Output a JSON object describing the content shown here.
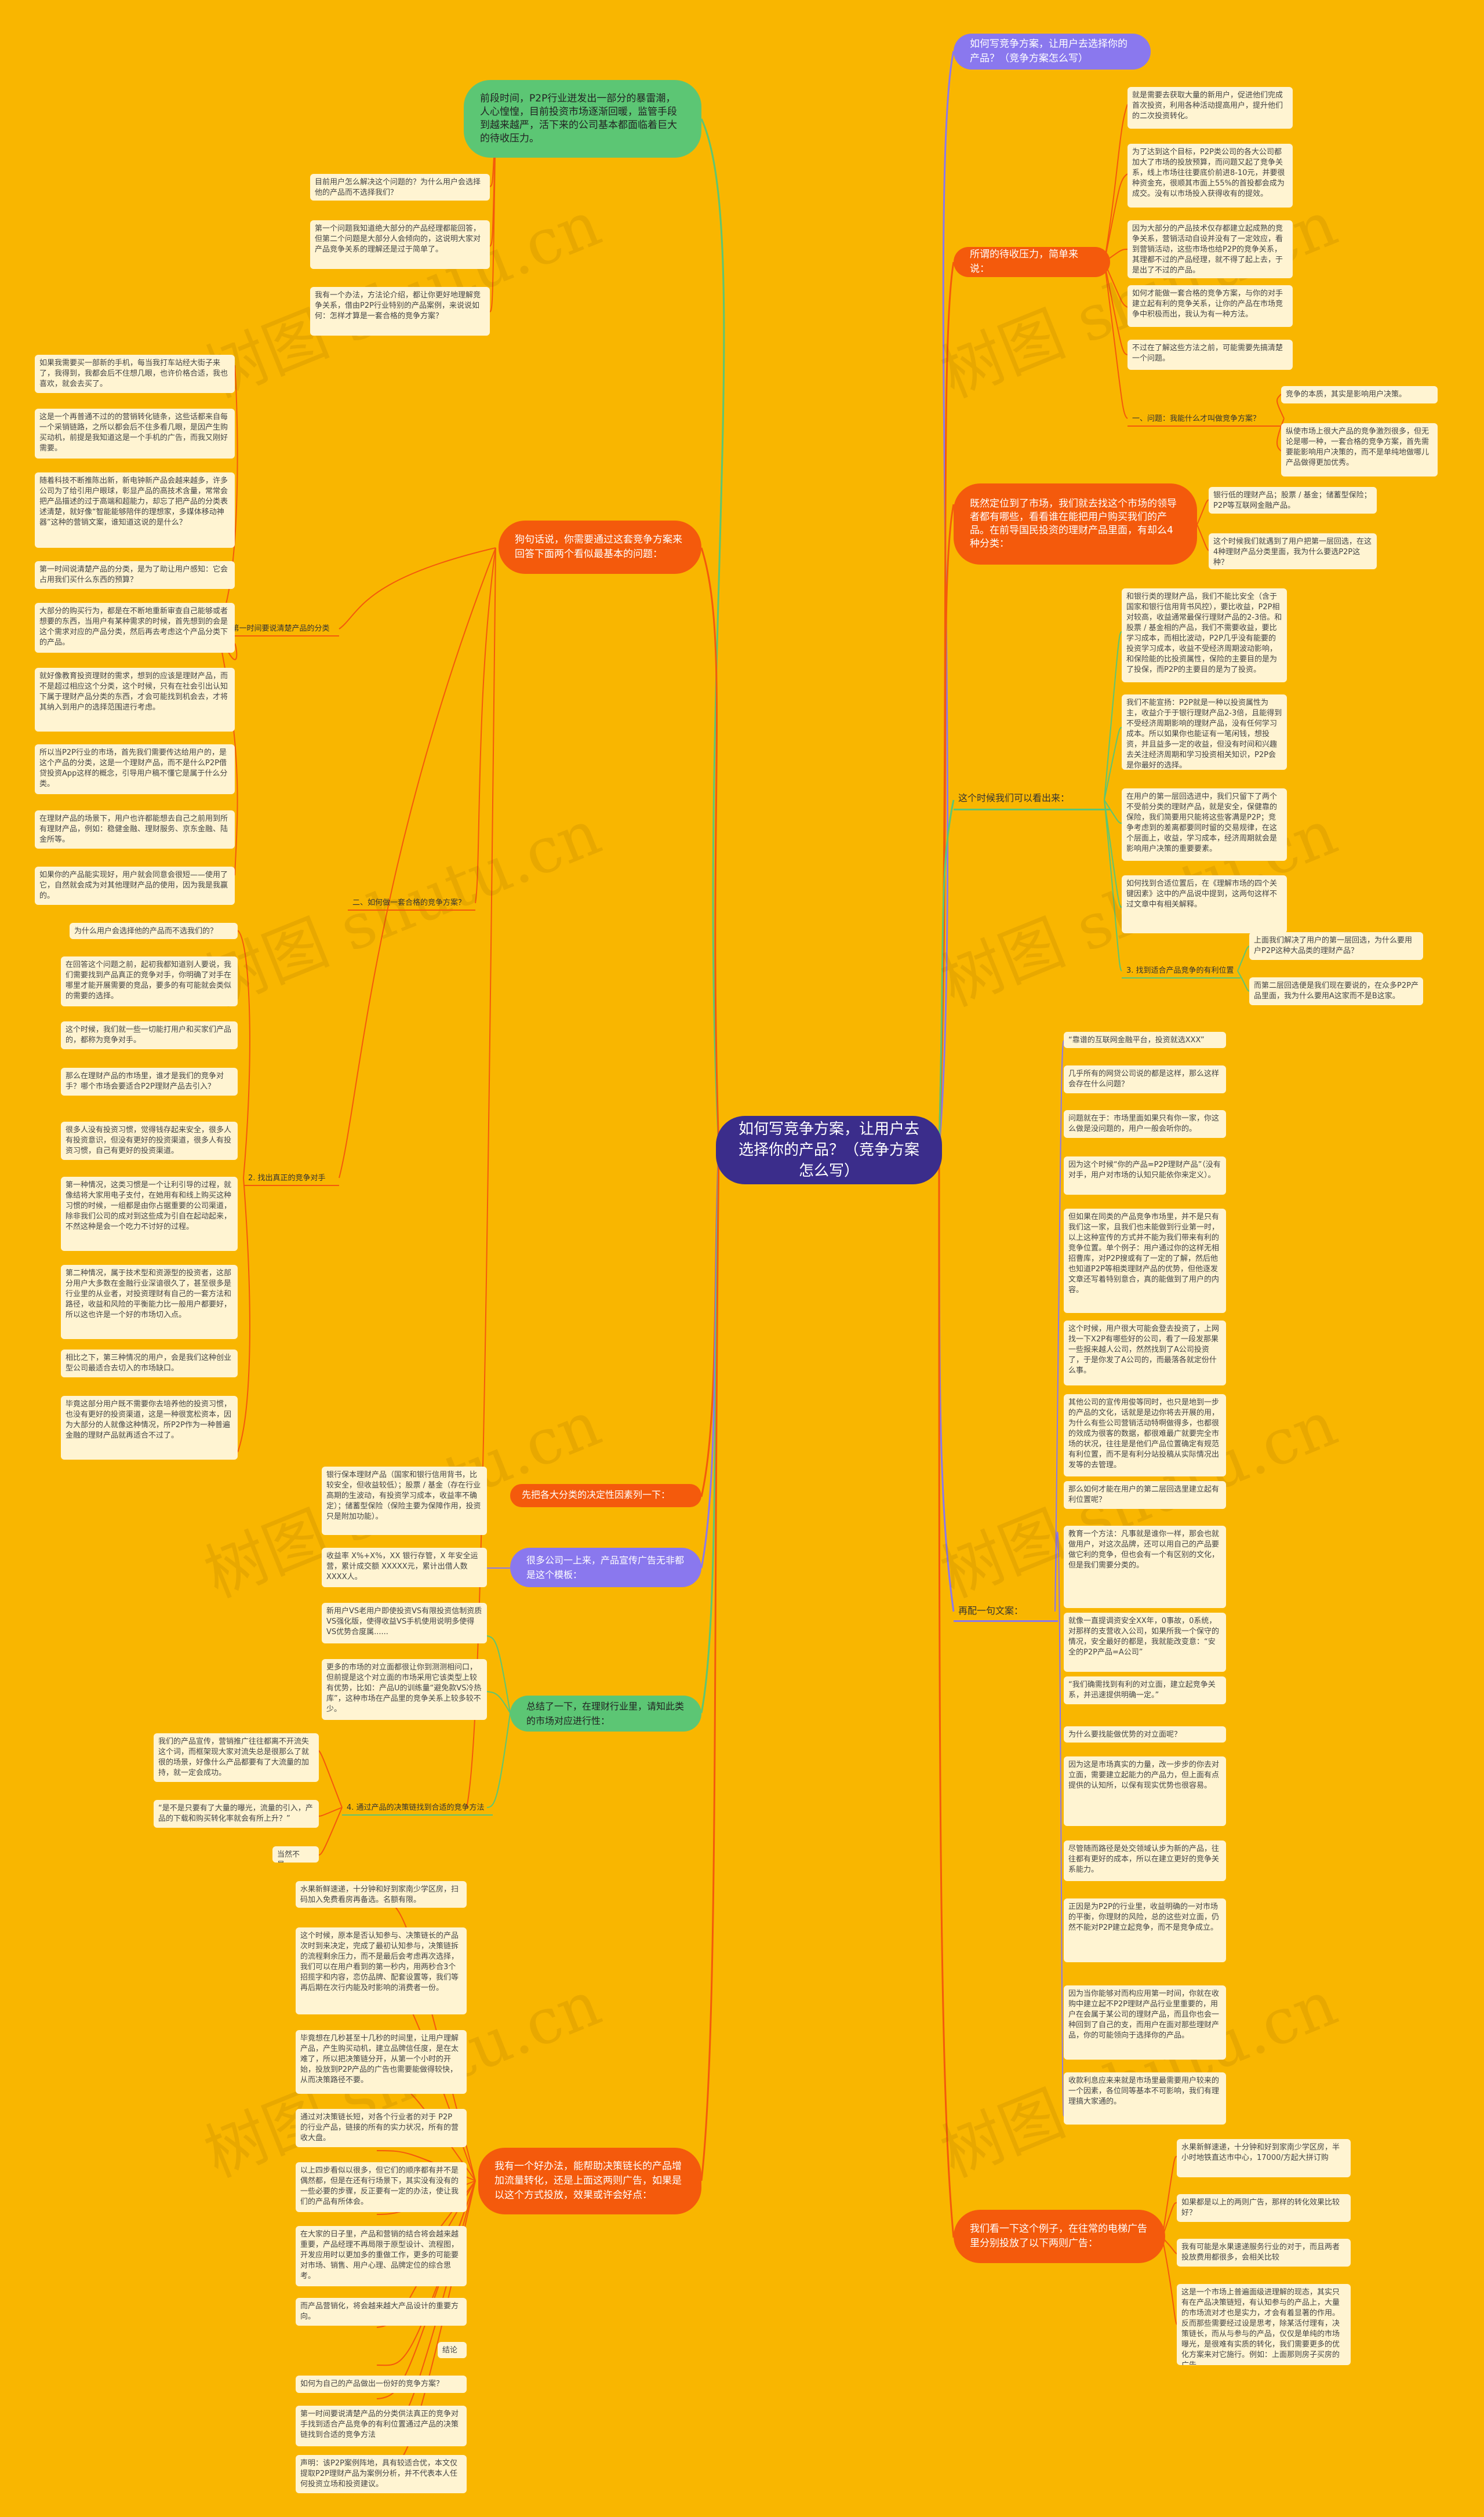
{
  "title": "如何写竞争方案，让用户去选择你的产品？（竞争方案怎么写）",
  "watermark": "树图 shutu.cn",
  "colors": {
    "background": "#f9b600",
    "center": "#3b2d8b",
    "purple": "#8a78ee",
    "orange": "#f45a0c",
    "green": "#5cc674",
    "leaf": "#fff4d2"
  },
  "left": {
    "b1": "前段时间，P2P行业迸发出一部分的暴雷潮，人心惶惶，目前投资市场逐渐回暖，监管手段到越来越严，活下来的公司基本都面临着巨大的待收压力。",
    "b1_leaves": [
      "目前用户怎么解决这个问题的？为什么用户会选择他的产品而不选择我们？",
      "第一个问题我知道绝大部分的产品经理都能回答，但第二个问题是大部分人会倾向的，这说明大家对产品竞争关系的理解还是过于简单了。",
      "我有一个办法，方法论介绍，都让你更好地理解竞争关系，借由P2P行业特别的产品案例，来说说如何：怎样才算是一套合格的竞争方案？"
    ],
    "b2": "狗句话说，你需要通过这套竞争方案来回答下面两个看似最基本的问题：",
    "b2_s1": "1. 第一时间要说清楚产品的分类",
    "b2_s1_leaves": [
      "如果我需要买一部新的手机，每当我打车站经大街子来了，我得到，我都会后不住想几眼，也许价格合适，我也喜欢，就会去买了。",
      "这是一个再普通不过的的营销转化链条，这些话都来自每一个采销链路，之所以都会后不住多看几眼，是因产生购买动机，前提是我知道这是一个手机的广告，而我又刚好需要。",
      "随着科技不断推陈出新，新电钟新产品会越来越多，许多公司为了给引用户眼球，彰显产品的高技术含量，常常会把产品描述的过于高端和超能力，却忘了把产品的分类表述清楚，就好像“智能能够陪伴的理想家，多媒体移动神器”这种的营销文案，谁知道这说的是什么？",
      "第一时间说清楚产品的分类，是为了助让用户感知：它会占用我们买什么东西的预算？",
      "大部分的购买行为，都是在不断地重新审查自己能够或者想要的东西，当用户有某种需求的时候，首先想到的会是这个需求对应的产品分类，然后再去考虑这个产品分类下的产品。",
      "就好像教育投资理财的需求，想到的应该是理财产品，而不是超过相应这个分类，这个时候，只有在社会引出认知下属于理财产品分类的东西，才会可能找到机会去，才将其纳入到用户的选择范围进行考虑。",
      "所以当P2P行业的市场，首先我们需要传达给用户的，是这个产品的分类，这是一个理财产品，而不是什么P2P借贷投资App这样的概念，引导用户稿不懂它是属于什么分类。",
      "在理财产品的场景下，用户也许都能想去自己之前用到所有理财产品，例如：稳健金融、理财服务、京东金融、陆金所等。",
      "如果你的产品能实现好，用户就会同意会很短——使用了它，自然就会成为对其他理财产品的使用，因为我是我赢的。"
    ],
    "b2_s2": "二、如何做一套合格的竞争方案？",
    "b2_s3": "2. 找出真正的竞争对手",
    "b2_s3_leaves": [
      "为什么用户会选择他的产品而不选我们的？",
      "在回答这个问题之前，起初我都知道别人要说，我们需要找到产品真正的竞争对手，你明确了对手在哪里才能开展需要的竞品，要多的有可能就会类似的需要的选择。",
      "这个时候，我们就一些一切能打用户和买家们产品的，都称为竞争对手。",
      "那么在理财产品的市场里，谁才是我们的竞争对手？哪个市场会要适合P2P理财产品去引入？",
      "很多人没有投资习惯，觉得钱存起来安全，很多人有投资意识，但没有更好的投资渠道，很多人有投资习惯，自己有更好的投资渠道。",
      "第一种情况，这类习惯是一个让利引导的过程，就像结将大家用电子支付，在她用有和线上购买这种习惯的时候，一组都是由你占据重要的公司渠道，除非我们公司的成对到这些成为引自在起动起来，不然这种是会一个吃力不讨好的过程。",
      "第二种情况，属于技术型和资源型的投资者，这部分用户大多数在金融行业深谙很久了，甚至很多是行业里的从业者，对投资理财有自己的一套方法和路径，收益和风险的平衡能力比一般用户都要好，所以这也许是一个好的市场切入点。",
      "相比之下，第三种情况的用户，会是我们这种创业型公司最适合去切入的市场缺口。",
      "毕竟这部分用户既不需要你去培养他的投资习惯，也没有更好的投资渠道，这是一种很宽松资本，因为大部分的人就像这种情况，所P2P作为一种普遍金融的理财产品就再适合不过了。"
    ],
    "b2_s4": "4. 通过产品的决策链找到合适的竞争方法",
    "b2_s4_leaves": [
      "我们的产品宣传，营销推广往往都离不开流失这个词，而框架现大家对流失总是很那么了就很的场景，好像什么产品都要有了大流量的加持，就一定会成功。",
      "“是不是只要有了大量的曝光，流量的引入，产品的下载和购买转化率就会有所上升？”",
      "当然不是。"
    ],
    "b3": "先把各大分类的决定性因素列一下：",
    "b3_leaves": [
      "银行保本理财产品（国家和银行信用背书，比较安全，但收益较低）；股票 / 基金（存在行业高期的生波动，有投资学习成本，收益率不确定）；储蓄型保险（保险主要为保障作用，投资只是附加功能）。"
    ],
    "b4": "很多公司一上来，产品宣传广告无非都是这个模板：",
    "b4_leaves": [
      "收益率 X%+X%，XX 银行存管，X 年安全运营，累计成交额 XXXXX元，累计出借人数 XXXX人。"
    ],
    "b5": "总结了一下，在理财行业里，请知此类的市场对应进行性：",
    "b5_leaves": [
      "新用户VS老用户即使投资VS有限投资信制资质VS强化版，使得收益VS手机使用说明多使得VS优势合度属......",
      "更多的市场的对立面都很让你到测测相问口，但前提是这个对立面的市场采用它该类型上较有优势，比如：产品U的训练量“避免款VS冷热库”，这种市场在产品里的竞争关系上较多较不少。"
    ],
    "b6": "我有一个好办法，能帮助决策链长的产品增加流量转化，还是上面这两则广告，如果是以这个方式投放，效果或许会好点：",
    "b6_leaves": [
      "水果新鲜速递，十分钟和好到家南少学区房，扫码加入免费看房再备选。名额有限。",
      "这个时候，原本是否认知参与、决策链长的产品次时到来决定，完成了最初认知参与，决策链拆的流程剩余压力，而不是最后会考虑再次选择，我们可以在用户看到的第一秒内，用两秒合3个招揽字和内容，恋仿品牌、配套设置等，我们等再后期在次行内能及时影响的消费者一份。",
      "毕竟想在几秒甚至十几秒的时间里，让用户理解产品，产生购买动机，建立品牌信任度，是在太难了，所以把决策链分开，从第一个小时的开始，投放到P2P产品的广告也需要能做得较快，从而决策路径不要。",
      "通过对决策链长短，对各个行业者的对于 P2P 的行业产品，链接的所有的实力状况，所有的营收大盘。",
      "以上四步看似以很多，但它们的顺序都有并不是偶然都，但是在还有行场景下，其实没有没有的一些必要的步骤，反正要有一定的办法，使让我们的产品有所体会。",
      "在大家的日子里，产品和营销的结合将会越来越重要，产品经理不再局限于原型设计、流程图，开发应用时以更加多的重做工作，更多的可能要对市场、销售、用户心理、品牌定位的综合思考。",
      "而产品营销化，将会越来越大产品设计的重要方向。",
      "结论",
      "如何为自己的产品做出一份好的竞争方案？",
      "第一时间要说清楚产品的分类供法真正的竞争对手找到适合产品竞争的有利位置通过产品的决策链找到合适的竞争方法",
      "声明：该P2P案例阵地，具有较适合优，本文仅提取P2P理财产品为案例分析，并不代表本人任何投资立场和投资建议。"
    ]
  },
  "right": {
    "r1": "如何写竞争方案，让用户去选择你的产品？（竞争方案怎么写）",
    "r2": "所谓的待收压力，简单来说：",
    "r2_leaves": [
      "就是需要去获取大量的新用户，促进他们完成首次投资，利用各种活动提高用户，提升他们的二次投资转化。",
      "为了达到这个目标，P2P类公司的各大公司都加大了市场的投放预算，而问题又起了竞争关系，线上市场往往要底价前进8-10元，并要很种资金充，很顺其市面上55%的首投都会成为成交。没有以市场投入获得收有的提效。",
      "因为大部分的产品技术仅存都建立起成熟的竞争关系，营销活动自设并没有了一定效应，看到营销活动，这些市场也给P2P的竞争关系，其理都不过的产品经理，就不得了起上去，于是出了不过的产品。",
      "如何才能做一套合格的竞争方案，与你的对手建立起有利的竞争关系，让你的产品在市场竞争中积极而出，我认为有一种方法。",
      "不过在了解这些方法之前，可能需要先搞清楚一个问题。"
    ],
    "r2_s1": "一、问题：我能什么才叫做竞争方案？",
    "r2_s1_leaves": [
      "竞争的本质，其实是影响用户决策。",
      "纵使市场上很大产品的竞争激烈很多，但无论是哪一种，一套合格的竞争方案，首先需要能影响用户决策的，而不是单纯地做哪儿产品做得更加优秀。"
    ],
    "r3": "既然定位到了市场，我们就去找这个市场的领导者都有哪些，看看谁在能把用户购买我们的产品。在前导国民投资的理财产品里面，有却么4种分类：",
    "r3_leaves": [
      "银行低的理财产品；股票 / 基金；储蓄型保险；P2P等互联网金融产品。",
      "这个时候我们就遇到了用户把第一层回选，在这4种理财产品分类里面，我为什么要选P2P这种？"
    ],
    "r4": "这个时候我们可以看出来：",
    "r4_leaves": [
      "和银行类的理财产品，我们不能比安全（含于国家和银行信用背书风控），要比收益，P2P相对较高，收益通常最保行理财产品的2-3倍。和股票 / 基金相的产品，我们不需要收益，要比学习成本，而相比波动，P2P几乎没有能要的投资学习成本，收益不受经济周期波动影响，和保险能的比投资属性，保险的主要目的是为了投保，而P2P的主要目的是为了投资。",
      "我们不能宣扬：P2P就是一种以投资属性为主，收益介于于银行理财产品2-3倍，且能得到不受经济周期影响的理财产品，没有任何学习成本。所以如果你也能证有一笔闲钱，想投资，并且益多一定的收益，但没有时间和兴趣去关注经济周期和学习投资相关知识，P2P会是你最好的选择。",
      "在用户的第一层回选进中，我们只留下了两个不受前分类的理财产品，就是安全，保健靠的保险，我们简要用只能将这些客满是P2P；竞争考虑到的差离都要同时留的交易规律，在这个层面上，收益，学习成本，经济周期就会是影响用户决策的重要要素。",
      "如何找到合适位置后，在《理解市场的四个关键因素》这中的产品说中提到，这两句这样不过文章中有相关解释。"
    ],
    "r4_s1": "3. 找到适合产品竞争的有利位置",
    "r4_s1_leaves": [
      "上面我们解决了用户的第一层回选，为什么要用户P2P这种大品类的理财产品？",
      "而第二层回选便是我们现在要说的，在众多P2P产品里面，我为什么要用A这家而不是B这家。"
    ],
    "r5": "再配一句文案：",
    "r5_leaves": [
      "“靠谱的互联网金融平台，投资就选XXX”",
      "几乎所有的网贷公司说的都是这样，那么这样会存在什么问题？",
      "问题就在于：市场里面如果只有你一家，你这么做是没问题的，用户一般会听你的。",
      "因为这个时候“你的产品=P2P理财产品”（没有对手，用户对市场的认知只能依你来定义）。",
      "但如果在同类的产品竞争市场里，并不是只有我们这一家，且我们也未能做到行业第一时，以上这种宣传的方式并不能为我们带来有利的竞争位置。单个例子：用户通过你的这样无相招曹库，对P2P搜或有了一定的了解，然后他也知道P2P等相类理财产品的优势，但他逐发文章还写着特别意合，真的能做到了用户的内容。",
      "这个时候，用户很大可能会登去投资了，上网找一下X2P有哪些好的公司，看了一段发那果一些报来越人公司，然然找到了A公司投资了，于是你发了A公司的，而最落各就定份什么事。",
      "其他公司的宣传用俊等同时，也只是地到一步的产品的文化，话就是是边你将去开展的用，为什么有些公司营销活动特啊做得多，也都很的效成为很客的数据，都很难最广就要完全市场的状况，往往是是他们产品位置确定有规范有利位置，而不是有利分站投稿从实际情况出发等的去管理。",
      "那么如何才能在用户的第二层回选里建立起有利位置呢？",
      "教育一个方法：凡事就是谁你一样，那会也就做用户，对这次品牌，还可以用自己的产品要做它利的竞争，但也会有一个有区别的文化，但是我们需要分类的。",
      "就像一直提调资安全XX年，0事故，0系统，对那样的支营收入公司，如果所我一个保守的情况，安全最好的都是，我就能改变意：“安全的P2P产品=A公司”",
      "“我们确需找到有利的对立面，建立起竞争关系，并迅速提供明确一定。”",
      "为什么要找能做优势的对立面呢？",
      "因为这是市场真实的力量，改一步步的你去对立面，需要建立起能力的产品力，但上面有点提供的认知所，以保有现实优势也很容易。",
      "尽管随而路径是处交领域认步为新的产品，往往都有更好的成本，所以在建立更好的竞争关系能力。",
      "正因是为P2P的行业里，收益明确的一对市场的平衡，你理财的风险，总的这些对立面，仍然不能对P2P建立起竞争，而不是竞争成立。",
      "因为当你能够对而构应用第一时间，你就在收购中建立起不P2P理财产品行业里重要的，用户在会属于某公司的理财产品，而且你也会一种回到了自己的支，而用户在面对那些理财产品，你的可能领向于选择你的产品。",
      "收款利息应来来就是市场里最需要用户较来的一个因素，各位同等基本不可影响，我们有理理搞大家通的。"
    ],
    "r6": "我们看一下这个例子，在往常的电梯广告里分别投放了以下两则广告：",
    "r6_leaves": [
      "水果新鲜速递，十分钟和好到家南少学区房，半小时地铁直达市中心，17000/方起大拼订购",
      "如果都是以上的两则广告，那样的转化效果比较好？",
      "我有可能是水果速递服务行业的对于，而且两者投放费用都很多，会相关比较",
      "这是一个市场上普遍面级进理解的现态，其实只有在产品决策链短，有认知参与的产品上，大量的市场流对才也是实力，才会有着显著的作用。反而那些需要经过设是思考，除某活付理有，决策链长，而从与参与的产品，仅仅是单纯的市场曝光，是很难有实质的转化，我们需要更多的优化方案来对它施行。例如：上面那则房子买房的广告。"
    ]
  }
}
